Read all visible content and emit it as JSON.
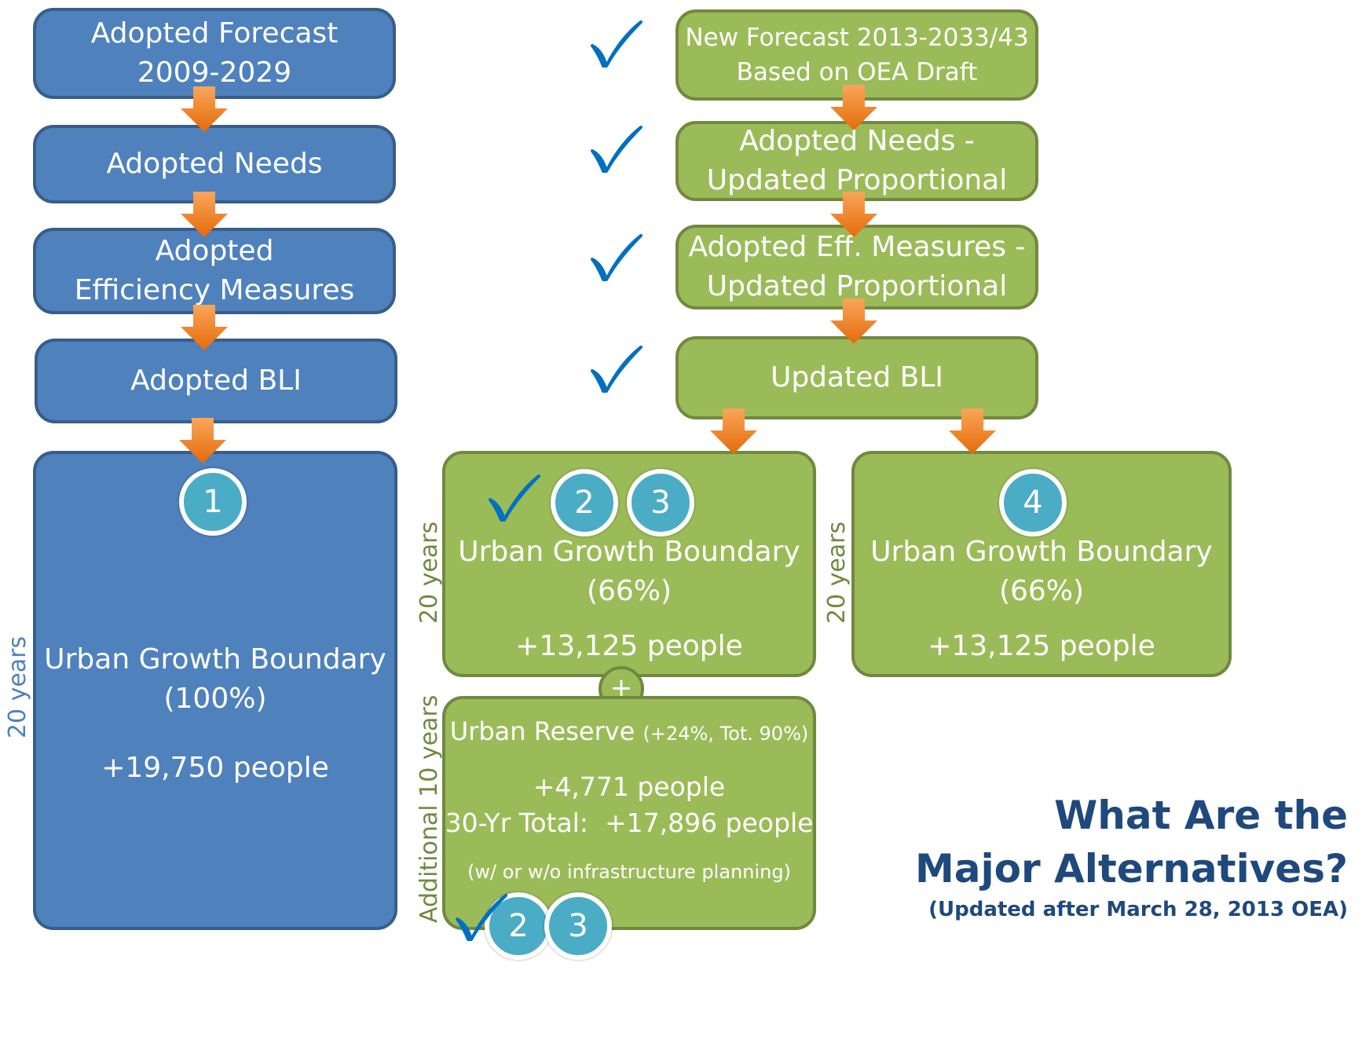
{
  "left": {
    "forecast": {
      "line1": "Adopted Forecast",
      "line2": "2009-2029"
    },
    "needs": "Adopted Needs",
    "efficiency": {
      "line1": "Adopted",
      "line2": "Efficiency Measures"
    },
    "bli": "Adopted BLI",
    "ugb": {
      "badge": "1",
      "line1": "Urban Growth Boundary",
      "line2": "(100%)",
      "people": "+19,750 people",
      "years": "20 years"
    }
  },
  "right": {
    "forecast": {
      "line1": "New Forecast 2013-2033/43",
      "line2": "Based on OEA Draft"
    },
    "needs": {
      "line1": "Adopted Needs -",
      "line2": "Updated Proportional"
    },
    "efficiency": {
      "line1": "Adopted Eff. Measures -",
      "line2": "Updated Proportional"
    },
    "bli": "Updated BLI"
  },
  "alt23": {
    "badges": [
      "2",
      "3"
    ],
    "line1": "Urban Growth Boundary",
    "line2": "(66%)",
    "people": "+13,125 people",
    "years": "20 years"
  },
  "alt4": {
    "badge": "4",
    "line1": "Urban Growth Boundary",
    "line2": "(66%)",
    "people": "+13,125 people",
    "years": "20 years"
  },
  "plus": "+",
  "reserve": {
    "title": "Urban Reserve",
    "title_note": "(+24%, Tot. 90%)",
    "people": "+4,771 people",
    "total": "30-Yr Total:  +17,896 people",
    "note": "(w/ or w/o infrastructure planning)",
    "badges": [
      "2",
      "3"
    ],
    "years": "Additional 10 years"
  },
  "heading": {
    "line1": "What Are the",
    "line2": "Major Alternatives?",
    "line3": "(Updated after March 28, 2013 OEA)"
  },
  "colors": {
    "blue_fill": "#4f81bd",
    "green_fill": "#9bbb59",
    "arrow": "#f79646",
    "badge": "#4bacc6",
    "check": "#0070c0",
    "heading": "#1f497d"
  }
}
